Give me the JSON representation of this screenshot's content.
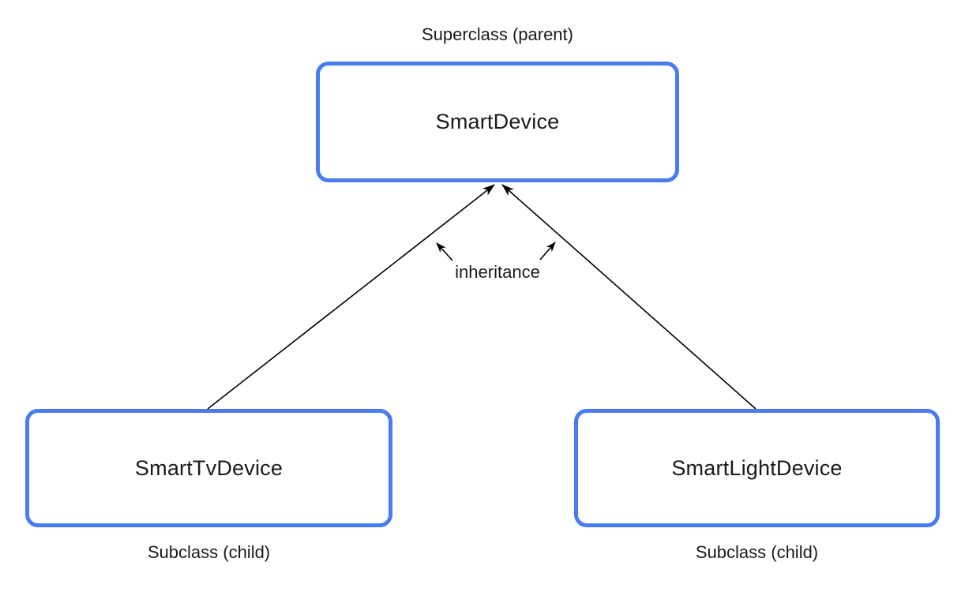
{
  "diagram": {
    "superclass_caption": "Superclass (parent)",
    "superclass": {
      "label": "SmartDevice"
    },
    "subclasses": [
      {
        "label": "SmartTvDevice",
        "caption": "Subclass (child)"
      },
      {
        "label": "SmartLightDevice",
        "caption": "Subclass (child)"
      }
    ],
    "relationship_label": "inheritance",
    "colors": {
      "box_border": "#4a7cf0",
      "arrow": "#000000",
      "text": "#1b1b1b",
      "background": "#ffffff"
    }
  }
}
